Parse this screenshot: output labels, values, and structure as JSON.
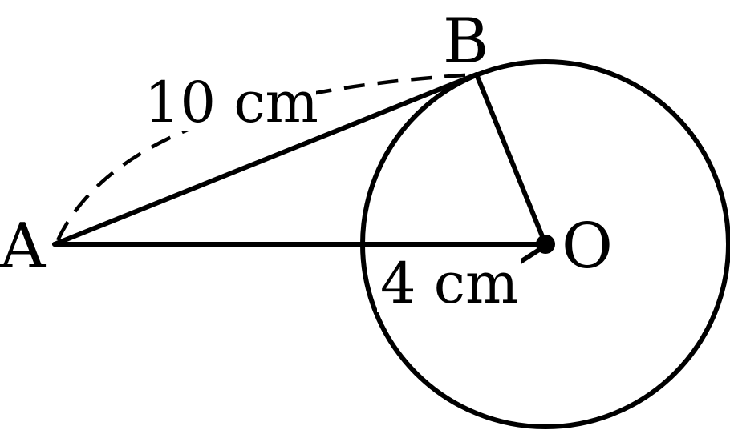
{
  "diagram": {
    "points": {
      "A": "A",
      "B": "B",
      "O": "O"
    },
    "measurements": {
      "AB": "10 cm",
      "OB": "4 cm"
    }
  },
  "colors": {
    "stroke": "#000000",
    "background": "#ffffff"
  }
}
